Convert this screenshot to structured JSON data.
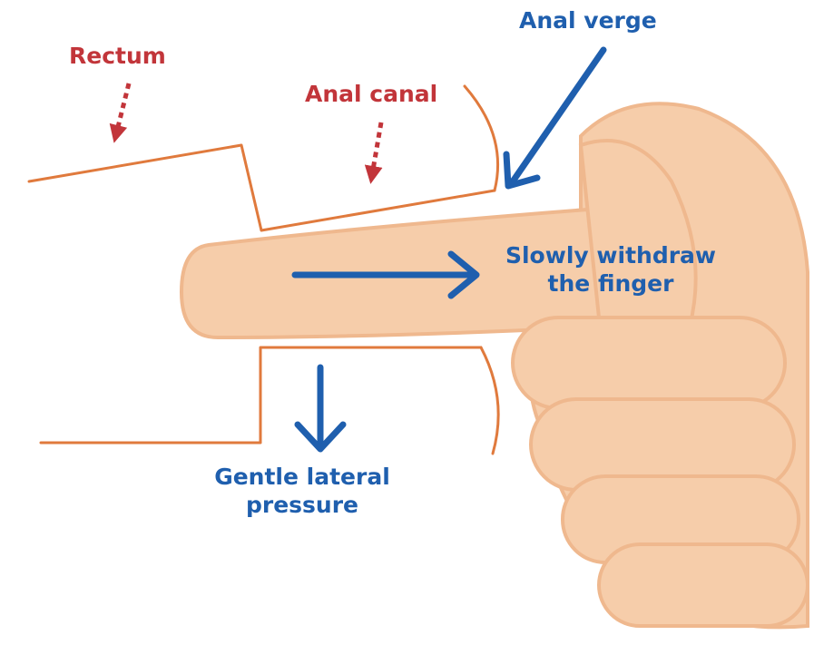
{
  "labels": {
    "rectum": "Rectum",
    "anal_canal": "Anal canal",
    "anal_verge": "Anal verge",
    "withdraw_line1": "Slowly withdraw",
    "withdraw_line2": "the finger",
    "pressure_line1": "Gentle lateral",
    "pressure_line2": "pressure"
  },
  "colors": {
    "anatomy_outline": "#e07a3d",
    "skin": "#f6cdaa",
    "skin_shadow": "#efb88e",
    "annotation_red": "#c2353a",
    "annotation_blue": "#1f5fae"
  }
}
